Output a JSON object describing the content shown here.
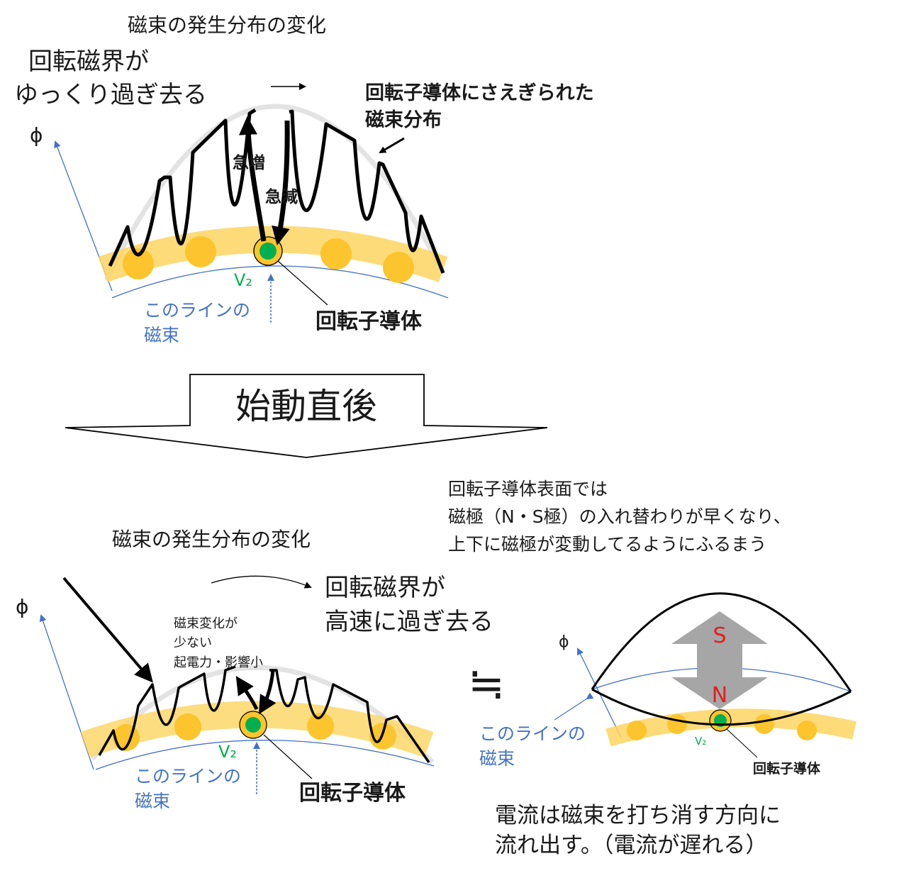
{
  "top": {
    "heading": "磁束の発生分布の変化",
    "rotating_field_line1": "回転磁界が",
    "rotating_field_line2": "ゆっくり過ぎ去る",
    "phi": "ϕ",
    "interrupted_line1": "回転子導体にさえぎられた",
    "interrupted_line2": "磁束分布",
    "increase": "急増",
    "decrease": "急減",
    "v2": "V₂",
    "line_flux_1": "このラインの",
    "line_flux_2": "磁束",
    "rotor_conductor": "回転子導体"
  },
  "transition": {
    "label": "始動直後"
  },
  "bottom": {
    "heading": "磁束の発生分布の変化",
    "surface_note_1": "回転子導体表面では",
    "surface_note_2": "磁極（N・S極）の入れ替わりが早くなり、",
    "surface_note_3": "上下に磁極が変動してるようにふるまう",
    "rotating_field_line1": "回転磁界が",
    "rotating_field_line2": "高速に過ぎ去る",
    "phi": "ϕ",
    "small_change_1": "磁束変化が",
    "small_change_2": "少ない",
    "small_change_3": "起電力・影響小",
    "approx": "≒",
    "v2": "V₂",
    "line_flux_1": "このラインの",
    "line_flux_2": "磁束",
    "rotor_conductor": "回転子導体",
    "current_note_1": "電流は磁束を打ち消す方向に",
    "current_note_2": "流れ出す。（電流が遅れる）"
  },
  "pole_diagram": {
    "phi": "ϕ",
    "s_pole": "S",
    "n_pole": "N",
    "line_flux_1": "このラインの",
    "line_flux_2": "磁束",
    "v2": "V₂",
    "rotor_conductor": "回転子導体"
  },
  "colors": {
    "band": "#fbd560",
    "conductor_dot": "#fcc42d",
    "rotor_green": "#00b050",
    "blue": "#4472c4",
    "pole_red": "#e02020",
    "arrow_gray": "#a6a6a6",
    "arc_gray": "#e3e3e3"
  }
}
